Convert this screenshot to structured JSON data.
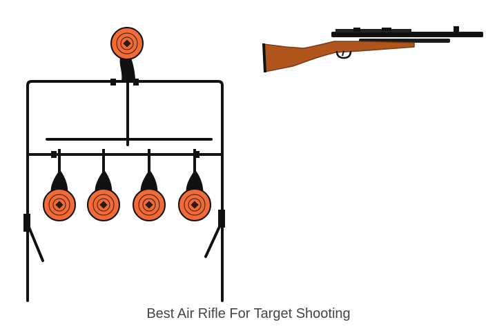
{
  "caption": "Best Air Rifle For Target Shooting",
  "colors": {
    "metal": "#111111",
    "target_orange": "#f26a35",
    "target_ring": "#2a1a12",
    "stock_wood": "#b0561c",
    "stock_dark": "#7a3a12",
    "background": "#ffffff",
    "caption_text": "#444444"
  },
  "objects": {
    "target_stand": "spinning-reset-target-stand",
    "target_count": 5,
    "rifle": "pcp-air-rifle-wood-stock"
  }
}
